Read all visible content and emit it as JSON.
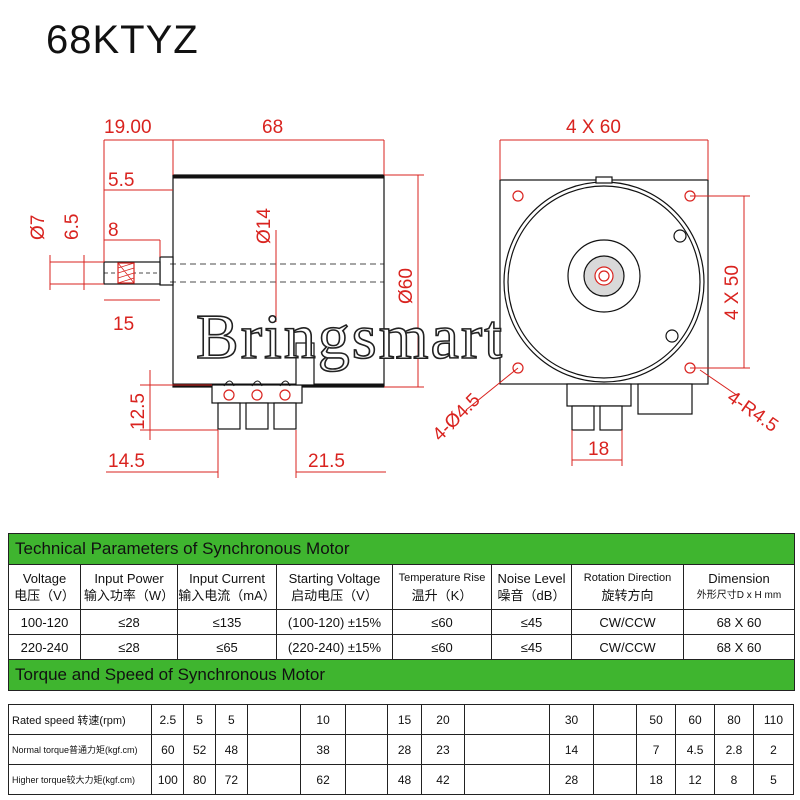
{
  "title": "68KTYZ",
  "watermark": "Bringsmart",
  "dimensions": {
    "d19": "19.00",
    "d68": "68",
    "d5_5": "5.5",
    "d8": "8",
    "d7": "Ø7",
    "d6_5": "6.5",
    "d14": "Ø14",
    "d60": "Ø60",
    "d15": "15",
    "d12_5": "12.5",
    "d14_5": "14.5",
    "d21_5": "21.5",
    "d4x60": "4 X 60",
    "d4x50": "4 X 50",
    "d4phi": "4-Ø4.5",
    "d4r": "4-R4.5",
    "d18": "18"
  },
  "table": {
    "tech_title": "Technical Parameters of Synchronous Motor",
    "headers": [
      {
        "en": "Voltage",
        "cn": "电压（V）"
      },
      {
        "en": "Input Power",
        "cn": "输入功率（W）"
      },
      {
        "en": "Input Current",
        "cn": "输入电流（mA）"
      },
      {
        "en": "Starting Voltage",
        "cn": "启动电压（V）"
      },
      {
        "en": "Temperature Rise",
        "cn": "温升（K）"
      },
      {
        "en": "Noise Level",
        "cn": "噪音（dB）"
      },
      {
        "en": "Rotation Direction",
        "cn": "旋转方向"
      },
      {
        "en": "Dimension",
        "cn": "外形尺寸D x H mm"
      }
    ],
    "rows": [
      [
        "100-120",
        "≤28",
        "≤135",
        "(100-120) ±15%",
        "≤60",
        "≤45",
        "CW/CCW",
        "68 X 60"
      ],
      [
        "220-240",
        "≤28",
        "≤65",
        "(220-240) ±15%",
        "≤60",
        "≤45",
        "CW/CCW",
        "68 X 60"
      ]
    ],
    "torque_title": "Torque and Speed of Synchronous Motor",
    "torque_rows": [
      {
        "label": "Rated speed 转速(rpm)",
        "values": [
          "2.5",
          "5",
          "5",
          "",
          "10",
          "",
          "15",
          "20",
          "",
          "30",
          "",
          "50",
          "60",
          "80",
          "110"
        ]
      },
      {
        "label": "Normal torque普通力矩(kgf.cm)",
        "values": [
          "60",
          "52",
          "48",
          "",
          "38",
          "",
          "28",
          "23",
          "",
          "14",
          "",
          "7",
          "4.5",
          "2.8",
          "2"
        ]
      },
      {
        "label": "Higher torque较大力矩(kgf.cm)",
        "values": [
          "100",
          "80",
          "72",
          "",
          "62",
          "",
          "48",
          "42",
          "",
          "28",
          "",
          "18",
          "12",
          "8",
          "5"
        ]
      }
    ]
  }
}
